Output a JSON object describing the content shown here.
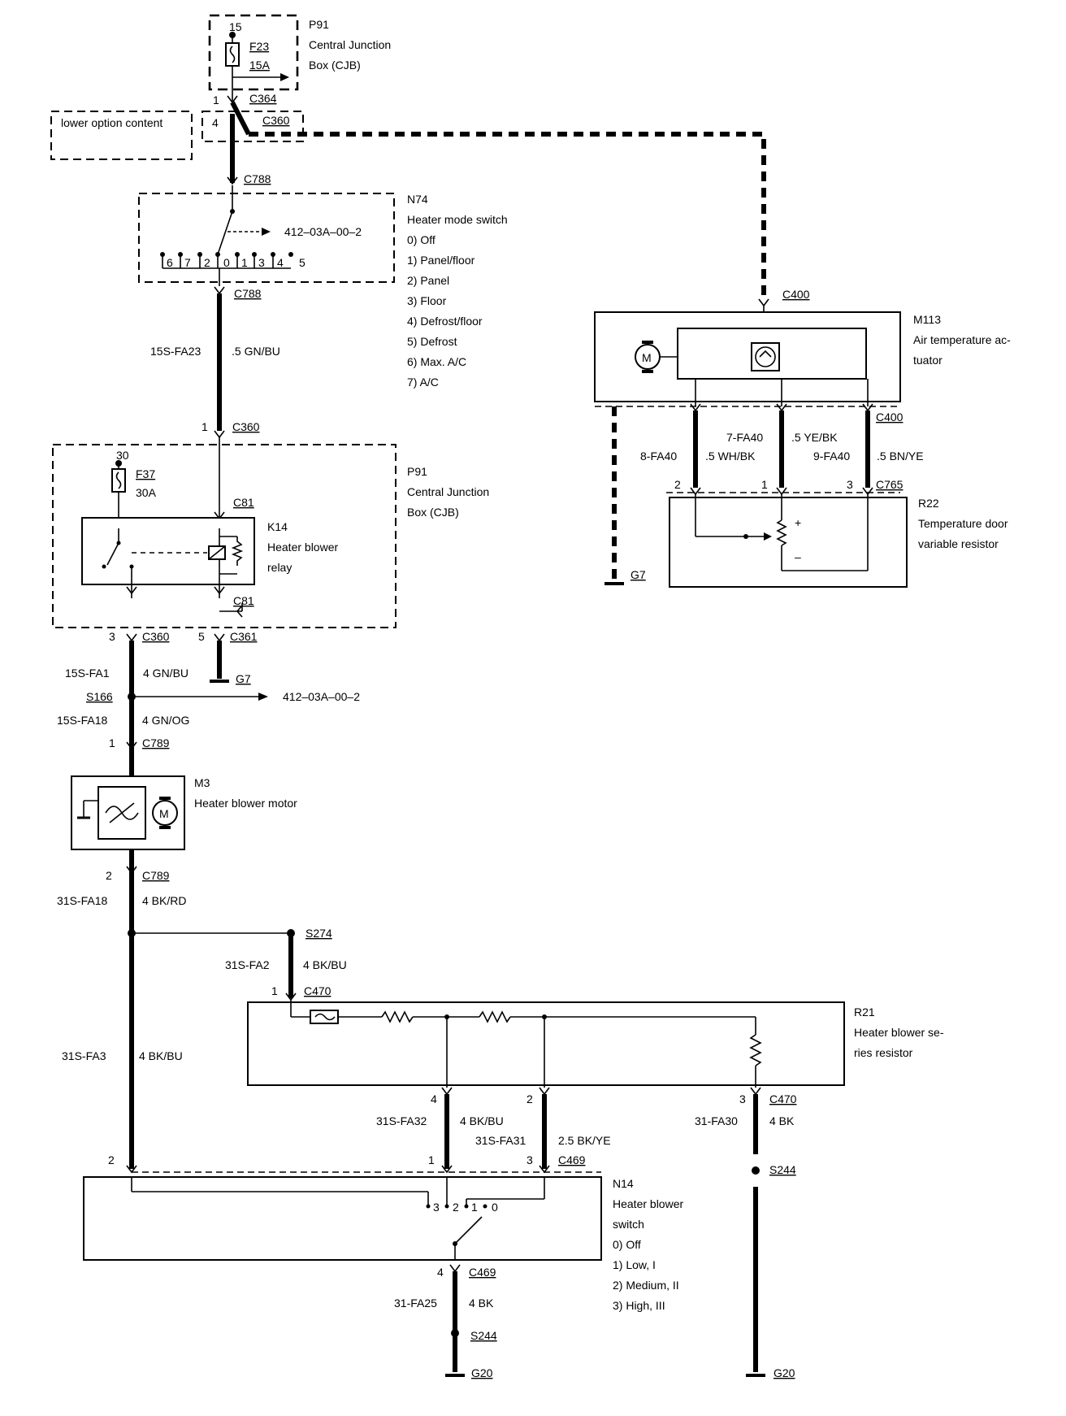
{
  "cjb_top": {
    "id": "P91",
    "name_line1": "Central Junction",
    "name_line2": "Box (CJB)",
    "pin": "15",
    "fuse": "F23",
    "rating": "15A"
  },
  "c364": {
    "pin": "1",
    "name": "C364"
  },
  "c360_top": {
    "pin": "4",
    "name": "C360"
  },
  "option_box": {
    "text": "lower option content"
  },
  "c788_upper": "C788",
  "n74": {
    "id": "N74",
    "name": "Heater mode switch",
    "ref": "412–03A–00–2",
    "pin_labels": [
      "6",
      "7",
      "2",
      "0",
      "1",
      "3",
      "4",
      "5"
    ],
    "positions": [
      "0)  Off",
      "1)  Panel/floor",
      "2)  Panel",
      "3)  Floor",
      "4)  Defrost/floor",
      "5)  Defrost",
      "6)  Max. A/C",
      "7)  A/C"
    ]
  },
  "c788_lower": "C788",
  "wire_fa23": {
    "circuit": "15S-FA23",
    "spec": ".5 GN/BU"
  },
  "c360_mid": {
    "pin": "1",
    "name": "C360"
  },
  "cjb_mid": {
    "id": "P91",
    "name_line1": "Central Junction",
    "name_line2": "Box (CJB)",
    "pin": "30",
    "fuse": "F37",
    "rating": "30A"
  },
  "c81_top": "C81",
  "c81_bottom": "C81",
  "k14": {
    "id": "K14",
    "name_line1": "Heater blower",
    "name_line2": "relay"
  },
  "c360_low": {
    "pin": "3",
    "name": "C360"
  },
  "c361": {
    "pin": "5",
    "name": "C361"
  },
  "wire_fa1": {
    "circuit": "15S-FA1",
    "spec": "4 GN/BU"
  },
  "g7_left": "G7",
  "s166": {
    "name": "S166",
    "ref": "412–03A–00–2"
  },
  "wire_fa18": {
    "circuit": "15S-FA18",
    "spec": "4 GN/OG"
  },
  "c789_top": {
    "pin": "1",
    "name": "C789"
  },
  "m3": {
    "id": "M3",
    "name": "Heater blower motor",
    "motor_symbol": "M"
  },
  "c789_bottom": {
    "pin": "2",
    "name": "C789"
  },
  "wire_31fa18": {
    "circuit": "31S-FA18",
    "spec": "4 BK/RD"
  },
  "s274": "S274",
  "wire_fa2": {
    "circuit": "31S-FA2",
    "spec": "4 BK/BU"
  },
  "c470_top": {
    "pin": "1",
    "name": "C470"
  },
  "r21": {
    "id": "R21",
    "name_line1": "Heater blower se-",
    "name_line2": "ries resistor"
  },
  "wire_fa3": {
    "circuit": "31S-FA3",
    "spec": "4 BK/BU"
  },
  "r21_pins": {
    "left": "4",
    "mid": "2",
    "right": "3",
    "conn": "C470"
  },
  "wire_fa32": {
    "circuit": "31S-FA32",
    "spec": "4 BK/BU"
  },
  "wire_fa31": {
    "circuit": "31S-FA31",
    "spec": "2.5 BK/YE"
  },
  "wire_fa30": {
    "circuit": "31-FA30",
    "spec": "4 BK"
  },
  "c469": {
    "pin_left": "2",
    "pin_mid": "1",
    "pin_right": "3",
    "name": "C469",
    "switch_nums": [
      "3",
      "2",
      "1",
      "0"
    ]
  },
  "s244_right": "S244",
  "n14": {
    "id": "N14",
    "name_line1": "Heater blower",
    "name_line2": "switch",
    "positions": [
      "0)  Off",
      "1)  Low, I",
      "2)  Medium, II",
      "3)  High, III"
    ]
  },
  "c469_bottom": {
    "pin": "4",
    "name": "C469"
  },
  "wire_fa25": {
    "circuit": "31-FA25",
    "spec": "4 BK"
  },
  "s244_left": "S244",
  "g20_left": "G20",
  "g20_right": "G20",
  "c400_top": "C400",
  "m113": {
    "id": "M113",
    "name_line1": "Air temperature ac-",
    "name_line2": "tuator",
    "motor_symbol": "M"
  },
  "c400_bottom": "C400",
  "fa40_wires": {
    "w8": "8-FA40",
    "w8_spec": ".5 WH/BK",
    "w7": "7-FA40",
    "w7_spec": ".5 YE/BK",
    "w9": "9-FA40",
    "w9_spec": ".5 BN/YE"
  },
  "c765": {
    "pin_left": "2",
    "pin_mid": "1",
    "pin_right": "3",
    "name": "C765"
  },
  "r22": {
    "id": "R22",
    "name_line1": "Temperature door",
    "name_line2": "variable resistor",
    "plus": "+",
    "minus": "–"
  },
  "g7_right": "G7"
}
